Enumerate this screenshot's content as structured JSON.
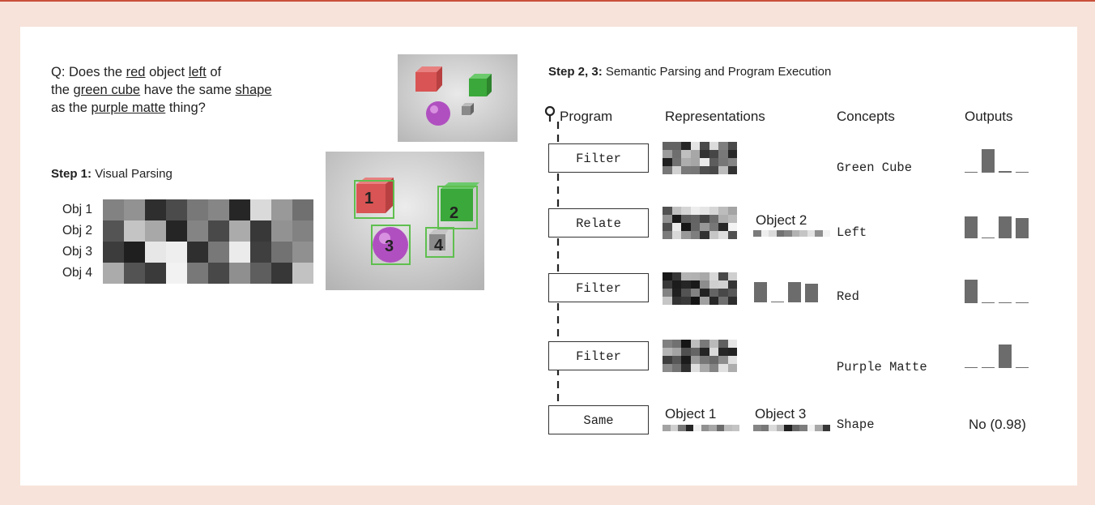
{
  "question": {
    "prefix": "Q: Does the",
    "w_red": "red",
    "w_object": "object",
    "w_left": "left",
    "w_of": "of",
    "w_the": "the",
    "w_green_cube": "green cube",
    "w_have": "have the same",
    "w_shape": "shape",
    "w_as": "as the",
    "w_purple_matte": "purple matte",
    "w_thing": "thing?"
  },
  "step1": {
    "bold": "Step 1:",
    "text": "Visual Parsing"
  },
  "step23": {
    "bold": "Step 2, 3:",
    "text": "Semantic Parsing and Program Execution"
  },
  "objects": [
    "Obj 1",
    "Obj 2",
    "Obj 3",
    "Obj 4"
  ],
  "scene_labels": [
    "1",
    "2",
    "3",
    "4"
  ],
  "headers": {
    "program": "Program",
    "representations": "Representations",
    "concepts": "Concepts",
    "outputs": "Outputs"
  },
  "steps": [
    {
      "op": "Filter",
      "concept": "Green Cube",
      "outputs": [
        0.02,
        0.9,
        0.05,
        0.02
      ]
    },
    {
      "op": "Relate",
      "concept": "Left",
      "object_label": "Object 2",
      "outputs": [
        0.85,
        0.02,
        0.85,
        0.78
      ]
    },
    {
      "op": "Filter",
      "concept": "Red",
      "outputs": [
        0.9,
        0.02,
        0.02,
        0.02
      ]
    },
    {
      "op": "Filter",
      "concept": "Purple Matte",
      "outputs": [
        0.02,
        0.02,
        0.92,
        0.02
      ]
    },
    {
      "op": "Same",
      "concept": "Shape",
      "object_labels": [
        "Object 1",
        "Object 3"
      ],
      "answer": "No (0.98)"
    }
  ],
  "colors": {
    "accent": "#c9503a",
    "background": "#f7e3da",
    "bar": "#6c6c6c",
    "box_green": "#5fbf4f"
  }
}
